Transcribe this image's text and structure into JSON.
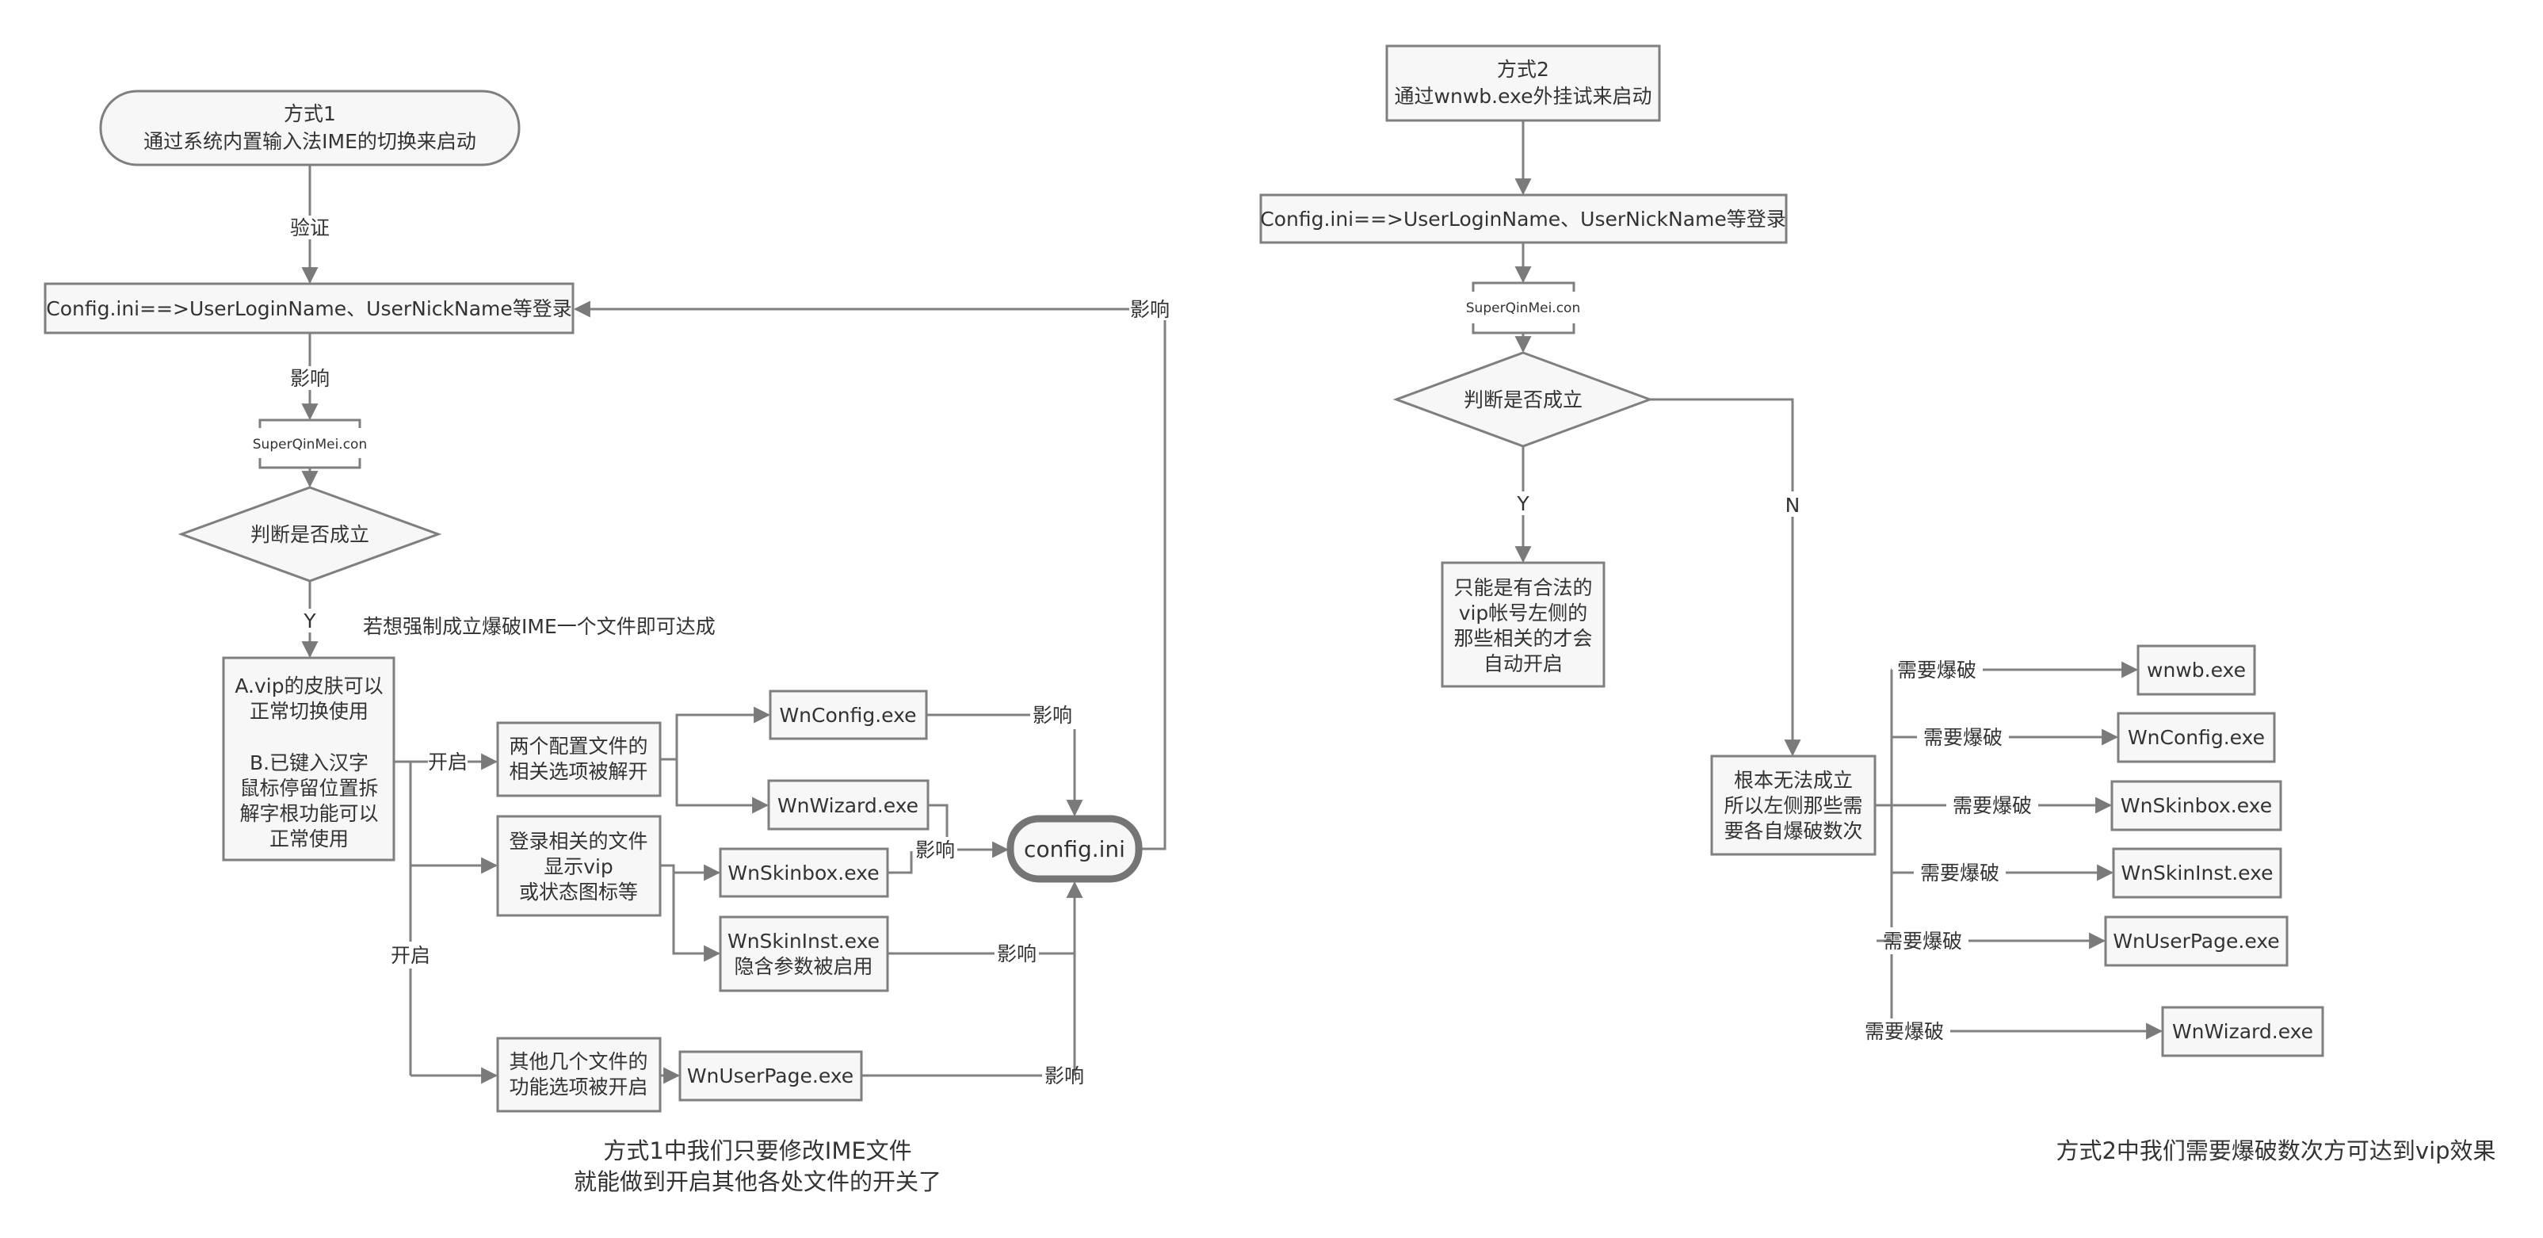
{
  "diagram": {
    "method1": {
      "start": {
        "lines": [
          "方式1",
          "通过系统内置输入法IME的切换来启动"
        ]
      },
      "edge_verify": "验证",
      "config_box": "Config.ini==>UserLoginName、UserNickName等登录",
      "edge_affect": "影响",
      "site_box": "SuperQinMei.con",
      "decision": "判断是否成立",
      "edge_yes": "Y",
      "note": "若想强制成立爆破IME一个文件即可达成",
      "result_box": {
        "lines": [
          "A.vip的皮肤可以",
          "正常切换使用",
          "",
          "B.已键入汉字",
          "鼠标停留位置拆",
          "解字根功能可以",
          "正常使用"
        ]
      },
      "edge_open_1": "开启",
      "edge_open_2": "开启",
      "branch_config_files": {
        "lines": [
          "两个配置文件的",
          "相关选项被解开"
        ]
      },
      "branch_login_files": {
        "lines": [
          "登录相关的文件",
          "显示vip",
          "或状态图标等"
        ]
      },
      "branch_other_files": {
        "lines": [
          "其他几个文件的",
          "功能选项被开启"
        ]
      },
      "files": {
        "wnconfig": "WnConfig.exe",
        "wnwizard": "WnWizard.exe",
        "wnskinbox": "WnSkinbox.exe",
        "wnskininst": {
          "lines": [
            "WnSkinInst.exe",
            "隐含参数被启用"
          ]
        },
        "wnuserpage": "WnUserPage.exe"
      },
      "config_ini": "config.ini",
      "affect_labels": [
        "影响",
        "影响",
        "影响",
        "影响",
        "影响"
      ],
      "caption": {
        "lines": [
          "方式1中我们只要修改IME文件",
          "就能做到开启其他各处文件的开关了"
        ]
      }
    },
    "method2": {
      "start": {
        "lines": [
          "方式2",
          "通过wnwb.exe外挂试来启动"
        ]
      },
      "config_box": "Config.ini==>UserLoginName、UserNickName等登录",
      "site_box": "SuperQinMei.con",
      "decision": "判断是否成立",
      "edge_yes": "Y",
      "edge_no": "N",
      "yes_box": {
        "lines": [
          "只能是有合法的",
          "vip帐号左侧的",
          "那些相关的才会",
          "自动开启"
        ]
      },
      "no_box": {
        "lines": [
          "根本无法成立",
          "所以左侧那些需",
          "要各自爆破数次"
        ]
      },
      "crack_targets": [
        {
          "label": "需要爆破",
          "file": "wnwb.exe"
        },
        {
          "label": "需要爆破",
          "file": "WnConfig.exe"
        },
        {
          "label": "需要爆破",
          "file": "WnSkinbox.exe"
        },
        {
          "label": "需要爆破",
          "file": "WnSkinInst.exe"
        },
        {
          "label": "需要爆破",
          "file": "WnUserPage.exe"
        },
        {
          "label": "需要爆破",
          "file": "WnWizard.exe"
        }
      ],
      "caption": "方式2中我们需要爆破数次方可达到vip效果"
    }
  }
}
